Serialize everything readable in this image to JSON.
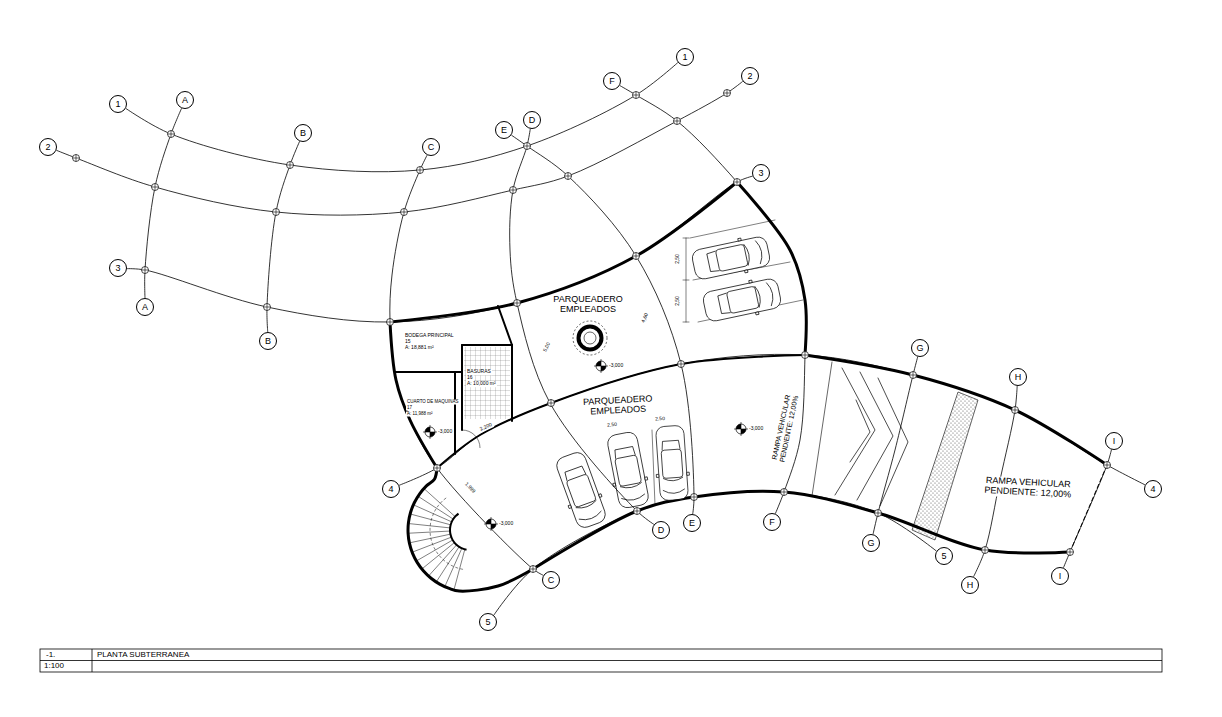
{
  "diagram": {
    "title": "PLANTA SUBTERRANEA",
    "nodes": [
      {
        "text": [
          "1"
        ]
      },
      {
        "text": [
          "2"
        ]
      },
      {
        "text": [
          "F"
        ]
      },
      {
        "text": [
          "A"
        ]
      },
      {
        "text": [
          "1"
        ]
      },
      {
        "text": [
          "D"
        ]
      },
      {
        "text": [
          "E"
        ]
      },
      {
        "text": [
          "B"
        ]
      },
      {
        "text": [
          "2"
        ]
      },
      {
        "text": [
          "C"
        ]
      },
      {
        "text": [
          "3"
        ]
      },
      {
        "text": [
          "3"
        ]
      },
      {
        "text": [
          "A"
        ]
      },
      {
        "text": [
          "B"
        ]
      },
      {
        "text": [
          "G"
        ]
      },
      {
        "text": [
          "H"
        ]
      },
      {
        "text": [
          "I"
        ]
      },
      {
        "text": [
          "4"
        ]
      },
      {
        "text": [
          "4"
        ]
      },
      {
        "text": [
          "F"
        ]
      },
      {
        "text": [
          "E"
        ]
      },
      {
        "text": [
          "D"
        ]
      },
      {
        "text": [
          "G"
        ]
      },
      {
        "text": [
          "5"
        ]
      },
      {
        "text": [
          "I"
        ]
      },
      {
        "text": [
          "C"
        ]
      },
      {
        "text": [
          "H"
        ]
      },
      {
        "text": [
          "5"
        ]
      }
    ],
    "edges": [
      {
        "from": 4,
        "to": 0,
        "arrow": "none"
      },
      {
        "from": 8,
        "to": 1,
        "arrow": "none"
      },
      {
        "from": 11,
        "to": 10,
        "arrow": "none"
      },
      {
        "from": 3,
        "to": 12,
        "arrow": "none"
      },
      {
        "from": 7,
        "to": 13,
        "arrow": "none"
      },
      {
        "from": 9,
        "to": 25,
        "arrow": "none"
      },
      {
        "from": 5,
        "to": 21,
        "arrow": "none"
      },
      {
        "from": 6,
        "to": 20,
        "arrow": "none"
      },
      {
        "from": 2,
        "to": 19,
        "arrow": "none"
      },
      {
        "from": 17,
        "to": 18,
        "arrow": "none"
      },
      {
        "from": 27,
        "to": 23,
        "arrow": "none"
      },
      {
        "from": 14,
        "to": 22,
        "arrow": "none"
      },
      {
        "from": 15,
        "to": 26,
        "arrow": "none"
      },
      {
        "from": 16,
        "to": 24,
        "arrow": "none"
      }
    ],
    "labels": [
      "PARQUEADERO EMPLEADOS",
      "PARQUEADERO EMPLEADOS",
      "RAMPA VEHICULAR PENDIENTE: 12,00%",
      "RAMPA VEHICULAR PENDIENTE: 12,00%",
      "BODEGA PRINCIPAL",
      "15",
      "A: 18,881 m²",
      "BASURAS",
      "16",
      "A: 10,000 m²",
      "CUARTO DE MAQUINAS",
      "17",
      "A: 11,988 m²",
      "-3,000",
      "-3,000",
      "-3,000",
      "-3,000",
      "2,50",
      "2,50",
      "4,60",
      "5,00",
      "2,50",
      "2,50",
      "1,999",
      "2,200",
      "-1.",
      "1:100"
    ]
  }
}
